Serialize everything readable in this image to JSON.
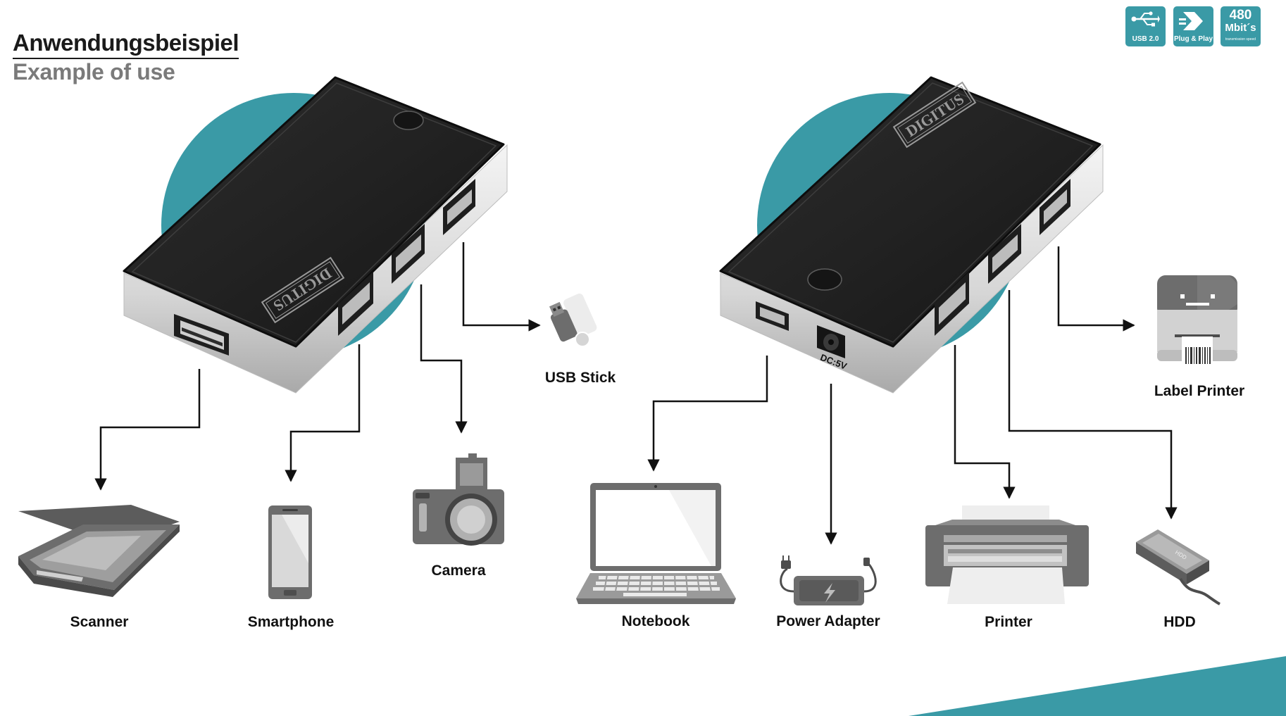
{
  "header": {
    "title_de": "Anwendungsbeispiel",
    "title_en": "Example of use"
  },
  "badges": [
    {
      "caption": "USB 2.0",
      "icon": "usb-trident-icon"
    },
    {
      "caption": "Plug & Play",
      "icon": "plug-arrow-icon"
    },
    {
      "value": "480",
      "unit": "Mbit´s",
      "caption": "transmission speed"
    }
  ],
  "hubs": [
    {
      "logo": "DIGITUS",
      "connector": "usb-a-port"
    },
    {
      "logo": "DIGITUS",
      "power_label": "DC:5V",
      "connector": "mini-usb-port"
    }
  ],
  "devices": {
    "scanner": "Scanner",
    "smartphone": "Smartphone",
    "camera": "Camera",
    "usb_stick": "USB Stick",
    "notebook": "Notebook",
    "power_adapter": "Power Adapter",
    "printer": "Printer",
    "hdd": "HDD",
    "hdd_sticker": "HDD",
    "label_printer": "Label Printer"
  },
  "colors": {
    "teal": "#3a9aa6",
    "hub_top": "#1f1f1f",
    "hub_side": "#dcdcdc",
    "icon_dark": "#6d6d6d",
    "icon_light": "#b9b9b9",
    "arrow": "#111111"
  }
}
